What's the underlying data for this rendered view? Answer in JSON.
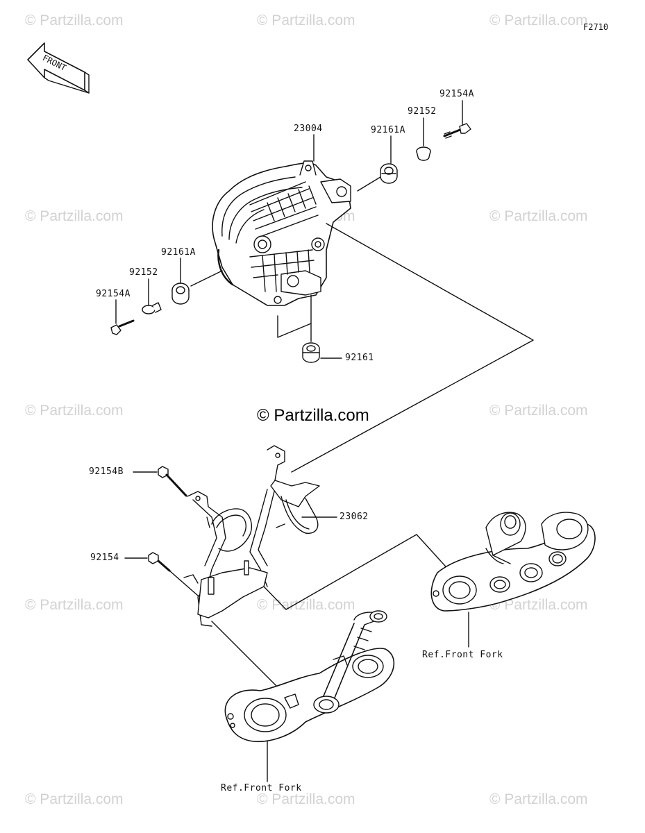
{
  "figure_code": "F2710",
  "direction_label": "FRONT",
  "watermark_text": "© Partzilla.com",
  "center_watermark": "© Partzilla.com",
  "parts": {
    "headlight_assy": "23004",
    "grommet_right": "92161A",
    "collar_right": "92152",
    "bolt_right": "92154A",
    "grommet_left": "92161A",
    "collar_left": "92152",
    "bolt_left": "92154A",
    "grommet_bottom": "92161",
    "bracket": "23062",
    "bolt_b": "92154B",
    "bolt_c": "92154"
  },
  "refs": {
    "upper_bracket": "Ref.Front Fork",
    "lower_bracket": "Ref.Front Fork"
  },
  "colors": {
    "line": "#111111",
    "watermark": "#d2d2d2"
  }
}
